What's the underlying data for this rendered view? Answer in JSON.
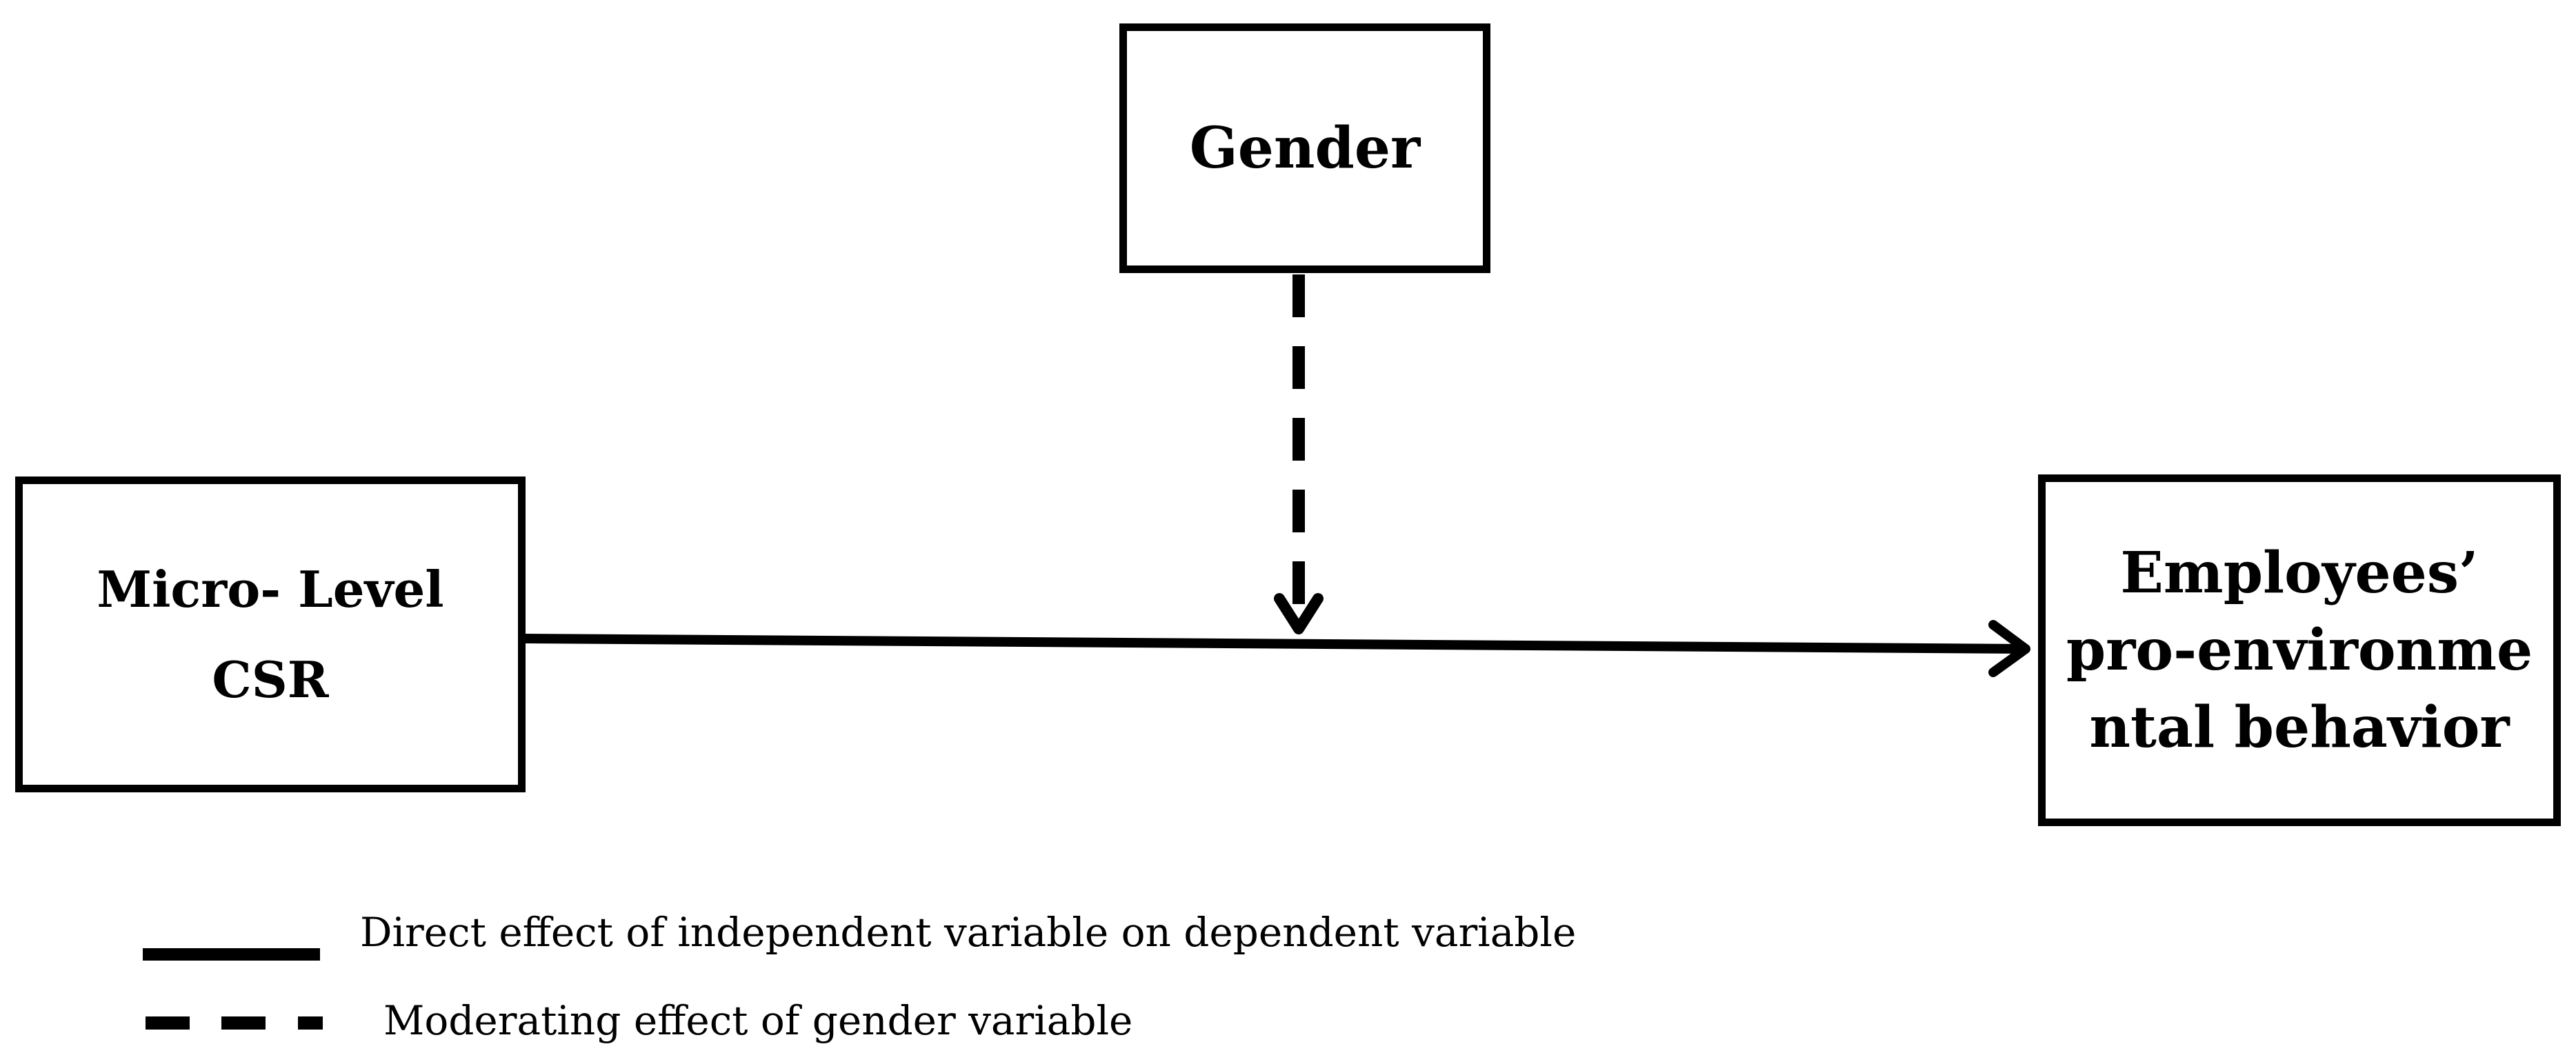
{
  "nodes": {
    "gender": {
      "label": "Gender"
    },
    "micro_level_csr": {
      "lines": [
        "Micro- Level",
        "CSR"
      ]
    },
    "employees_peb": {
      "lines": [
        "Employees’",
        "pro-environme",
        "ntal behavior"
      ]
    }
  },
  "edges": [
    {
      "from": "micro_level_csr",
      "to": "employees_peb",
      "style": "solid",
      "meaning": "direct"
    },
    {
      "from": "gender",
      "to": "micro_level_csr->employees_peb",
      "style": "dashed",
      "meaning": "moderating"
    }
  ],
  "legend": {
    "direct_effect": "Direct effect of independent variable on dependent variable",
    "moderating_effect": "Moderating effect of gender variable"
  },
  "colors": {
    "stroke": "#000000",
    "background": "#ffffff"
  }
}
